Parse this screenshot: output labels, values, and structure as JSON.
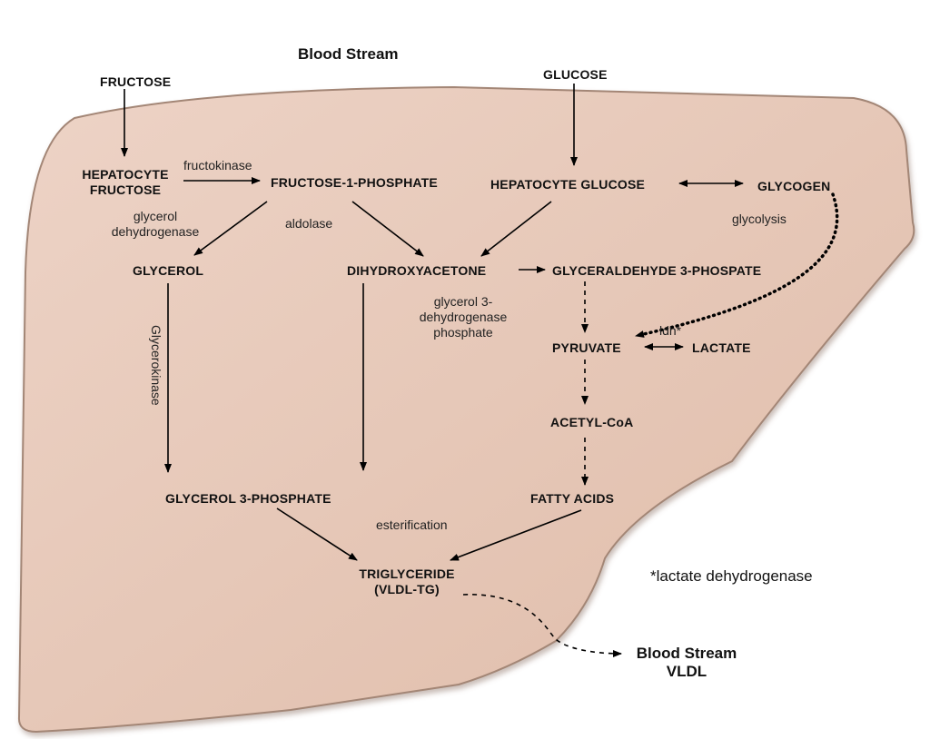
{
  "colors": {
    "liver_fill": "#e7c9ba",
    "liver_stroke": "#a38676",
    "arrow": "#000000"
  },
  "titles": {
    "blood_stream_top": "Blood Stream",
    "blood_stream_out": "Blood Stream",
    "vldl_out": "VLDL"
  },
  "inputs": {
    "fructose": "FRUCTOSE",
    "glucose": "GLUCOSE"
  },
  "nodes": {
    "hepatocyte_fructose_1": "HEPATOCYTE",
    "hepatocyte_fructose_2": "FRUCTOSE",
    "fructose_1_phosphate": "FRUCTOSE-1-PHOSPHATE",
    "hepatocyte_glucose": "HEPATOCYTE GLUCOSE",
    "glycogen": "GLYCOGEN",
    "glycerol": "GLYCEROL",
    "dihydroxyacetone": "DIHYDROXYACETONE",
    "glyceraldehyde_3_phospate": "GLYCERALDEHYDE 3-PHOSPATE",
    "pyruvate": "PYRUVATE",
    "lactate": "LACTATE",
    "acetyl_coa": "ACETYL-CoA",
    "glycerol_3_phosphate": "GLYCEROL 3-PHOSPHATE",
    "fatty_acids": "FATTY ACIDS",
    "triglyceride_1": "TRIGLYCERIDE",
    "triglyceride_2": "(VLDL-TG)"
  },
  "enzymes": {
    "fructokinase": "fructokinase",
    "glycerol_dehydrogenase_1": "glycerol",
    "glycerol_dehydrogenase_2": "dehydrogenase",
    "aldolase": "aldolase",
    "glycolysis": "glycolysis",
    "g3pdh_1": "glycerol 3-",
    "g3pdh_2": "dehydrogenase",
    "g3pdh_3": "phosphate",
    "ldh": "ldh*",
    "glycerokinase": "Glycerokinase",
    "esterification": "esterification"
  },
  "footnote": "*lactate dehydrogenase"
}
